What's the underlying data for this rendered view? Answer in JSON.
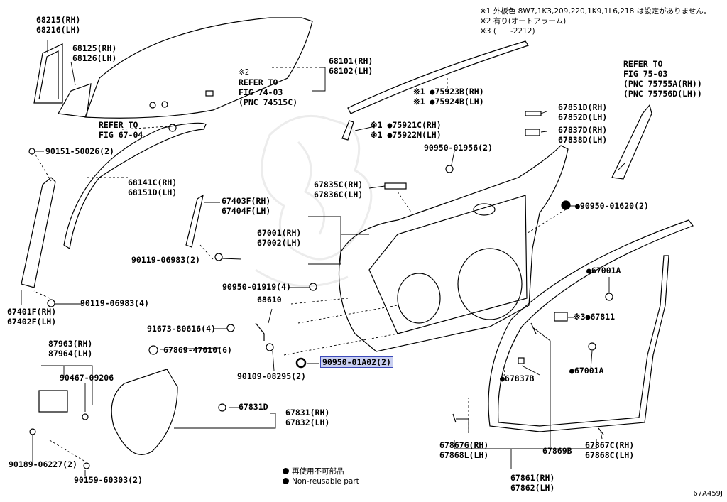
{
  "notes": {
    "n1": "※1 外板色 8W7,1K3,209,220,1K9,1L6,218 は設定がありません。",
    "n2": "※2 有り(オートアラーム)",
    "n3": "※3 (      -2212)"
  },
  "labels": {
    "p68215": "68215(RH)",
    "p68216": "68216(LH)",
    "p68125": "68125(RH)",
    "p68126": "68126(LH)",
    "p68101": "68101(RH)",
    "p68102": "68102(LH)",
    "ref74_mark": "※2",
    "ref74_1": "REFER TO",
    "ref74_2": "FIG 74-03",
    "ref74_3": "(PNC 74515C)",
    "ref67_1": "REFER TO",
    "ref67_2": "FIG 67-04",
    "p90151": "90151-50026(2)",
    "p68141": "68141C(RH)",
    "p68151": "68151D(LH)",
    "p67403": "67403F(RH)",
    "p67404": "67404F(LH)",
    "p90119a": "90119-06983(2)",
    "p90119b": "90119-06983(4)",
    "p67401": "67401F(RH)",
    "p67402": "67402F(LH)",
    "p75923": "※1 ●75923B(RH)",
    "p75924": "※1 ●75924B(LH)",
    "p75921": "※1 ●75921C(RH)",
    "p75922": "※1 ●75922M(LH)",
    "p90950_01956": "90950-01956(2)",
    "ref75_1": "REFER TO",
    "ref75_2": "FIG 75-03",
    "ref75_3": "(PNC 75755A(RH))",
    "ref75_4": "(PNC 75756D(LH))",
    "p67851": "67851D(RH)",
    "p67852": "67852D(LH)",
    "p67837": "67837D(RH)",
    "p67838": "67838D(LH)",
    "p67835": "67835C(RH)",
    "p67836": "67836C(LH)",
    "p90950_01620": "●90950-01620(2)",
    "p67001": "67001(RH)",
    "p67002": "67002(LH)",
    "p67001a_1": "●67001A",
    "p90950_01919": "90950-01919(4)",
    "p68610": "68610",
    "p67811": "※3●67811",
    "p91673": "91673-80616(4)",
    "p87963": "87963(RH)",
    "p87964": "87964(LH)",
    "p67869": "67869-47010(6)",
    "p90109": "90109-08295(2)",
    "p90950_01a02": "90950-01A02(2)",
    "p90467": "90467-09206",
    "p67837b": "●67837B",
    "p67001a_2": "●67001A",
    "p67831d": "67831D",
    "p67831": "67831(RH)",
    "p67832": "67832(LH)",
    "p67867g": "67867G(RH)",
    "p67868l": "67868L(LH)",
    "p67869b": "67869B",
    "p67867c": "67867C(RH)",
    "p67868c": "67868C(LH)",
    "p90189": "90189-06227(2)",
    "p90159": "90159-60303(2)",
    "p67861": "67861(RH)",
    "p67862": "67862(LH)"
  },
  "legend": {
    "jp": "再使用不可部品",
    "en": "Non-reusable part"
  },
  "diagram_code": "67A459J"
}
